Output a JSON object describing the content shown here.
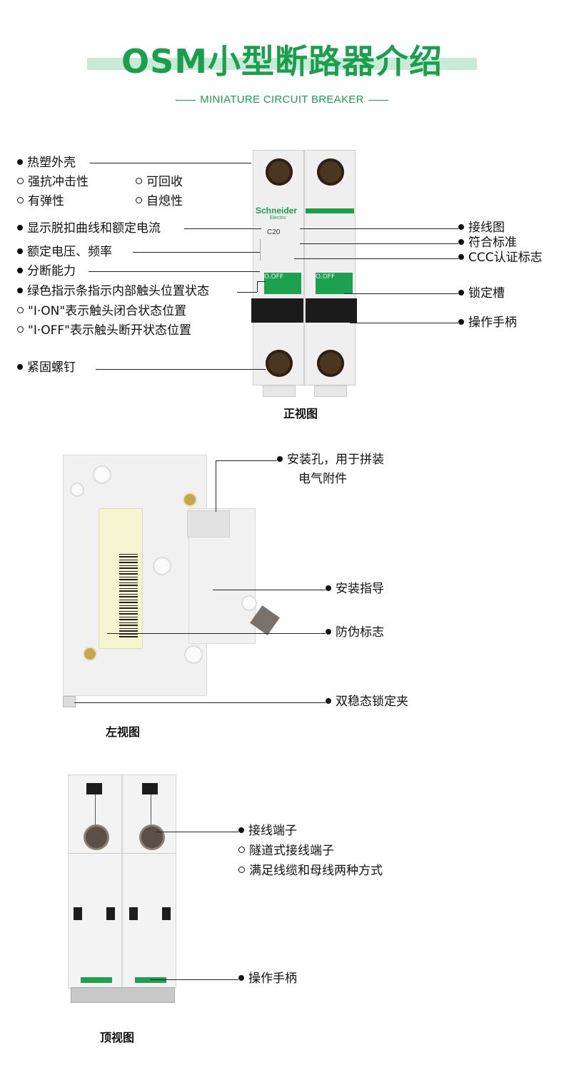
{
  "header": {
    "title": "OSM小型断路器介绍",
    "subtitle": "MINIATURE CIRCUIT BREAKER"
  },
  "front_view": {
    "caption": "正视图",
    "brand": "Schneider",
    "brand_sub": "Electric",
    "rating": "C20",
    "handle_text": "O.OFF",
    "left_labels": {
      "shell": "热塑外壳",
      "impact": "强抗冲击性",
      "recyclable": "可回收",
      "elastic": "有弹性",
      "self_extinguish": "自熄性",
      "curve": "显示脱扣曲线和额定电流",
      "voltage": "额定电压、频率",
      "breaking": "分断能力",
      "green_bar": "绿色指示条指示内部触头位置状态",
      "on_state": "\"I·ON\"表示触头闭合状态位置",
      "off_state": "\"I·OFF\"表示触头断开状态位置",
      "screw": "紧固螺钉"
    },
    "right_labels": {
      "wiring": "接线图",
      "standard": "符合标准",
      "ccc": "CCC认证标志",
      "lock_slot": "锁定槽",
      "handle": "操作手柄"
    }
  },
  "side_view": {
    "caption": "左视图",
    "labels": {
      "mount_hole_1": "安装孔，用于拼装",
      "mount_hole_2": "电气附件",
      "guide": "安装指导",
      "anti_fake": "防伪标志",
      "clip": "双稳态锁定夹"
    }
  },
  "top_view": {
    "caption": "顶视图",
    "labels": {
      "terminal": "接线端子",
      "tunnel": "隧道式接线端子",
      "cable": "满足线缆和母线两种方式",
      "handle": "操作手柄"
    }
  }
}
